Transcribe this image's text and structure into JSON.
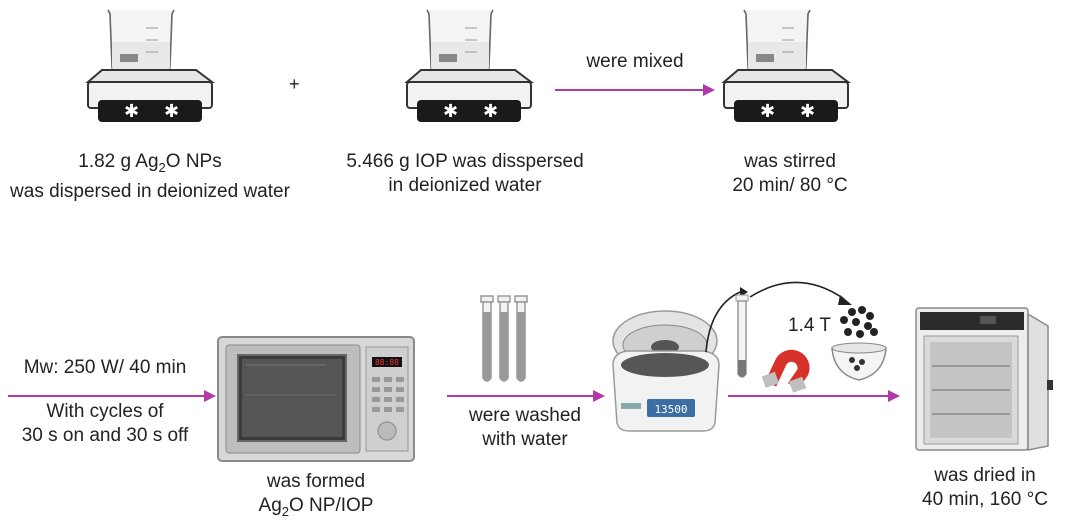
{
  "step1": {
    "line1_pre": "1.82 g Ag",
    "line1_sub": "2",
    "line1_post": "O NPs",
    "line2": "was dispersed in deionized water"
  },
  "plus_sign": "+",
  "step2": {
    "line1": "5.466 g IOP was disspersed",
    "line2": "in deionized water"
  },
  "mix_arrow_label": "were mixed",
  "step3": {
    "line1": "was stirred",
    "line2": "20 min/ 80 °C"
  },
  "microwave_input": {
    "line1": "Mw: 250 W/ 40 min",
    "line2": "With cycles of",
    "line3": "30 s on and 30 s off"
  },
  "microwave_caption": {
    "line1": "was formed",
    "line2_pre": "Ag",
    "line2_sub": "2",
    "line2_post": "O NP/IOP"
  },
  "wash_label": {
    "line1": "were washed",
    "line2": "with  water"
  },
  "magnet_label": "1.4 T",
  "microwave_display": "88:88",
  "centrifuge_display": "13500",
  "dry_caption": {
    "line1": "was dried in",
    "line2": "40 min, 160 °C"
  },
  "colors": {
    "arrow": "#b03aa8",
    "magnet_red": "#d8312a"
  }
}
